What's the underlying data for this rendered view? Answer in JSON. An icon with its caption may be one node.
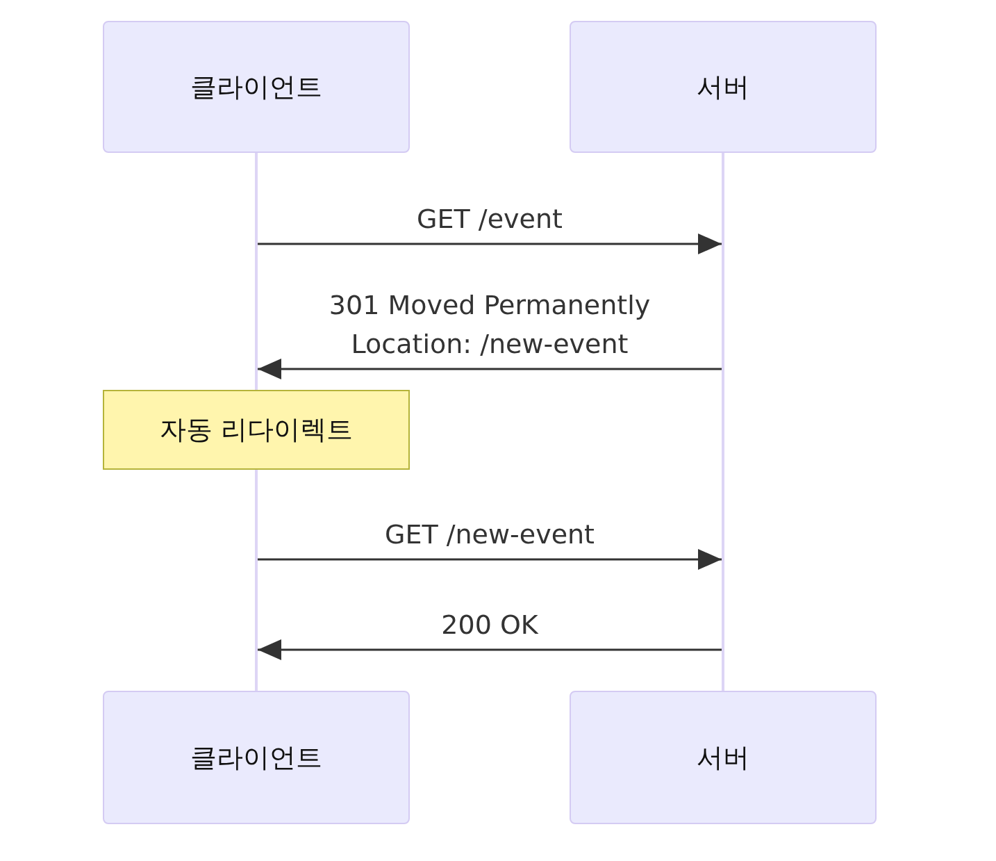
{
  "diagram": {
    "nodes": [
      {
        "text": [
          "클라이언트"
        ]
      },
      {
        "text": [
          "서버"
        ]
      },
      {
        "text": [
          "자동 리다이렉트"
        ]
      },
      {
        "text": [
          "클라이언트"
        ]
      },
      {
        "text": [
          "서버"
        ]
      },
      {
        "text": [],
        "shape": "bar"
      },
      {
        "text": [],
        "shape": "bar"
      },
      {
        "text": [],
        "shape": "bar"
      }
    ],
    "edges": [
      {
        "from": 5,
        "to": 7,
        "arrow": "to",
        "label": "GET /event"
      },
      {
        "from": 7,
        "to": 5,
        "arrow": "to",
        "label": "301 Moved Permanently Location: /new-event"
      },
      {
        "from": 6,
        "to": 7,
        "arrow": "to",
        "label": "GET /new-event"
      },
      {
        "from": 7,
        "to": 6,
        "arrow": "to",
        "label": "200 OK"
      }
    ]
  }
}
